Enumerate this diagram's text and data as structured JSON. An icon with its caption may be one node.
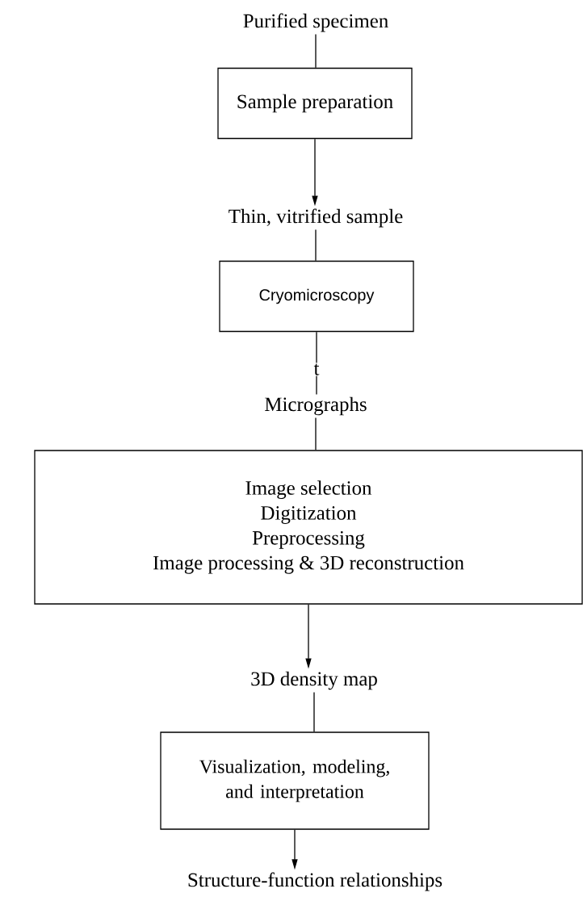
{
  "diagram": {
    "nodes": [
      {
        "text": [
          "Purified specimen"
        ]
      },
      {
        "text": [
          "Sample preparation"
        ]
      },
      {
        "text": [
          "Thin, vitrified sample"
        ]
      },
      {
        "text": [
          "Cryomicroscopy"
        ]
      },
      {
        "text": [
          "Micrographs"
        ]
      },
      {
        "text": [
          "Image selection",
          "Digitization",
          "Preprocessing",
          "Image processing & 3D reconstruction"
        ]
      },
      {
        "text": [
          "3D density map"
        ]
      },
      {
        "text": [
          "Visualization, modeling, and interpretation"
        ]
      },
      {
        "text": [
          "Structure-function relationships"
        ]
      }
    ],
    "edges": [
      {
        "from": 0,
        "to": 1,
        "arrow": "none"
      },
      {
        "from": 1,
        "to": 2,
        "arrow": "to"
      },
      {
        "from": 2,
        "to": 3,
        "arrow": "none"
      },
      {
        "from": 3,
        "to": 4,
        "arrow": "none",
        "label": "t"
      },
      {
        "from": 4,
        "to": 5,
        "arrow": "none"
      },
      {
        "from": 5,
        "to": 6,
        "arrow": "to"
      },
      {
        "from": 6,
        "to": 7,
        "arrow": "none"
      },
      {
        "from": 7,
        "to": 8,
        "arrow": "to"
      }
    ]
  }
}
